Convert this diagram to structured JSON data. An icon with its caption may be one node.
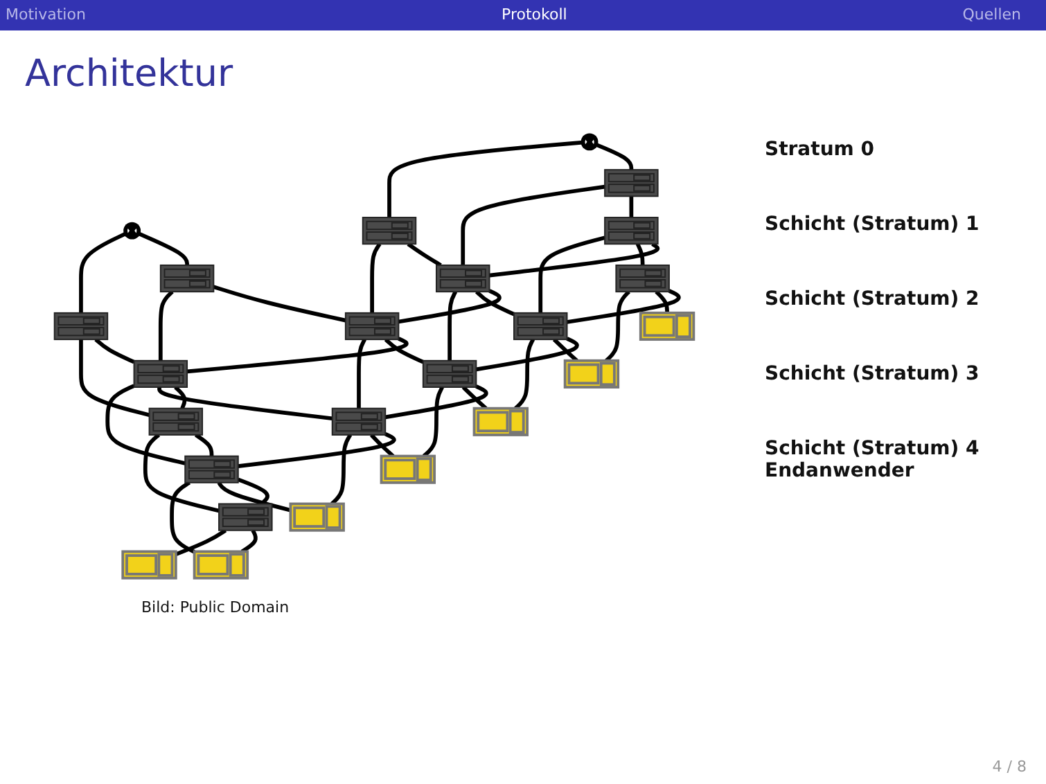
{
  "diagram": {
    "title": "Architektur",
    "caption": "Bild: Public Domain",
    "nodes": [
      {
        "text": [],
        "shape": "picture"
      },
      {
        "text": [],
        "shape": "picture"
      },
      {
        "text": [],
        "shape": "picture"
      },
      {
        "text": [],
        "shape": "picture"
      },
      {
        "text": [],
        "shape": "picture"
      },
      {
        "text": [],
        "shape": "picture"
      },
      {
        "text": [],
        "shape": "picture"
      },
      {
        "text": [],
        "shape": "picture"
      },
      {
        "text": [],
        "shape": "picture"
      },
      {
        "text": [],
        "shape": "picture"
      },
      {
        "text": [],
        "shape": "picture"
      },
      {
        "text": [],
        "shape": "picture"
      },
      {
        "text": [],
        "shape": "picture"
      },
      {
        "text": [],
        "shape": "picture"
      },
      {
        "text": [],
        "shape": "picture"
      },
      {
        "text": [],
        "shape": "picture"
      },
      {
        "text": [],
        "shape": "picture"
      },
      {
        "text": [],
        "shape": "picture"
      },
      {
        "text": [],
        "shape": "picture"
      },
      {
        "text": [],
        "shape": "picture"
      },
      {
        "text": [],
        "shape": "picture"
      },
      {
        "text": [],
        "shape": "picture"
      },
      {
        "text": [],
        "shape": "picture"
      },
      {
        "text": [],
        "shape": "picture"
      }
    ],
    "edges": [
      {
        "from": 0,
        "to": 2,
        "arrow": "none"
      },
      {
        "from": 0,
        "to": 3,
        "arrow": "none"
      },
      {
        "from": 1,
        "to": 4,
        "arrow": "none"
      },
      {
        "from": 1,
        "to": 5,
        "arrow": "none"
      },
      {
        "from": 2,
        "to": 6,
        "arrow": "none"
      },
      {
        "from": 2,
        "to": 7,
        "arrow": "none"
      },
      {
        "from": 3,
        "to": 7,
        "arrow": "none"
      },
      {
        "from": 3,
        "to": 8,
        "arrow": "none"
      },
      {
        "from": 4,
        "to": 8,
        "arrow": "none"
      },
      {
        "from": 4,
        "to": 9,
        "arrow": "none"
      },
      {
        "from": 5,
        "to": 9,
        "arrow": "none"
      },
      {
        "from": 5,
        "to": 10,
        "arrow": "none"
      },
      {
        "from": 6,
        "to": 7,
        "arrow": "none"
      },
      {
        "from": 7,
        "to": 8,
        "arrow": "none"
      },
      {
        "from": 8,
        "to": 9,
        "arrow": "none"
      },
      {
        "from": 9,
        "to": 10,
        "arrow": "none"
      },
      {
        "from": 6,
        "to": 11,
        "arrow": "none"
      },
      {
        "from": 6,
        "to": 12,
        "arrow": "none"
      },
      {
        "from": 7,
        "to": 12,
        "arrow": "none"
      },
      {
        "from": 7,
        "to": 13,
        "arrow": "none"
      },
      {
        "from": 8,
        "to": 13,
        "arrow": "none"
      },
      {
        "from": 8,
        "to": 14,
        "arrow": "none"
      },
      {
        "from": 9,
        "to": 14,
        "arrow": "none"
      },
      {
        "from": 9,
        "to": 15,
        "arrow": "none"
      },
      {
        "from": 10,
        "to": 15,
        "arrow": "none"
      },
      {
        "from": 10,
        "to": 16,
        "arrow": "none"
      },
      {
        "from": 11,
        "to": 12,
        "arrow": "none"
      },
      {
        "from": 12,
        "to": 13,
        "arrow": "none"
      },
      {
        "from": 13,
        "to": 14,
        "arrow": "none"
      },
      {
        "from": 14,
        "to": 15,
        "arrow": "none"
      },
      {
        "from": 15,
        "to": 16,
        "arrow": "none"
      },
      {
        "from": 11,
        "to": 17,
        "arrow": "none"
      },
      {
        "from": 11,
        "to": 18,
        "arrow": "none"
      },
      {
        "from": 12,
        "to": 18,
        "arrow": "none"
      },
      {
        "from": 12,
        "to": 19,
        "arrow": "none"
      },
      {
        "from": 13,
        "to": 19,
        "arrow": "none"
      },
      {
        "from": 13,
        "to": 20,
        "arrow": "none"
      },
      {
        "from": 14,
        "to": 20,
        "arrow": "none"
      },
      {
        "from": 14,
        "to": 21,
        "arrow": "none"
      },
      {
        "from": 15,
        "to": 21,
        "arrow": "none"
      },
      {
        "from": 15,
        "to": 22,
        "arrow": "none"
      },
      {
        "from": 16,
        "to": 22,
        "arrow": "none"
      },
      {
        "from": 16,
        "to": 23,
        "arrow": "none"
      }
    ],
    "labels": [
      "Motivation",
      "Protokoll",
      "Quellen",
      "Stratum 0",
      "Schicht (Stratum) 1",
      "Schicht (Stratum) 2",
      "Schicht (Stratum) 3",
      "Schicht (Stratum) 4 Endanwender",
      "4 / 8"
    ]
  }
}
